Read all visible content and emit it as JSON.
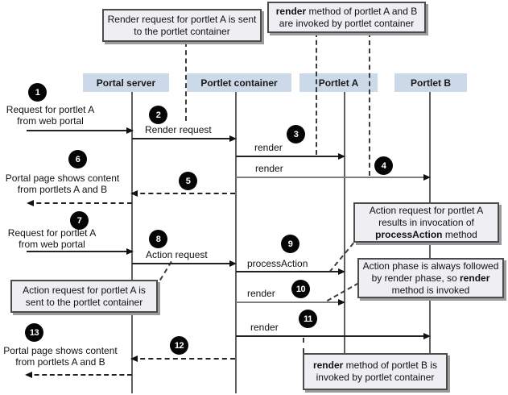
{
  "colors": {
    "header_bg": "#ccd9e9",
    "note_bg": "#efeef3",
    "note_border": "#4c4c4c",
    "note_shadow": "#9b9b9b",
    "lifeline": "#606060",
    "arrow": "#222222",
    "badge_bg": "#050505"
  },
  "lifelines": [
    {
      "label": "Portal server"
    },
    {
      "label": "Portlet container"
    },
    {
      "label": "Portlet A"
    },
    {
      "label": "Portlet B"
    }
  ],
  "steps": {
    "s1": "1",
    "s2": "2",
    "s3": "3",
    "s4": "4",
    "s5": "5",
    "s6": "6",
    "s7": "7",
    "s8": "8",
    "s9": "9",
    "s10": "10",
    "s11": "11",
    "s12": "12",
    "s13": "13"
  },
  "labels": {
    "request_from_portal_1": "Request for portlet A\nfrom web portal",
    "portal_page_1": "Portal page shows content\nfrom portlets A and B",
    "request_from_portal_2": "Request for portlet A\nfrom web portal",
    "portal_page_2": "Portal page shows content\nfrom portlets A and B",
    "render_request": "Render request",
    "render_a": "render",
    "render_b": "render",
    "action_request": "Action request",
    "process_action": "processAction",
    "render_after_action": "render",
    "render_to_b": "render"
  },
  "notes": {
    "n1": {
      "t1": "Render request for portlet A is sent to the portlet container"
    },
    "n2": {
      "b1": "render",
      "t1": " method of portlet A and B are invoked by portlet container"
    },
    "n3": {
      "t1": "Action request for portlet A results in invocation of ",
      "b1": "processAction",
      "t2": " method"
    },
    "n4": {
      "t1": "Action phase is always followed by render phase, so ",
      "b1": "render",
      "t2": " method is invoked"
    },
    "n5": {
      "t1": "Action request for portlet A is sent to the portlet container"
    },
    "n6": {
      "b1": "render",
      "t1": " method of portlet B is invoked by portlet container"
    }
  }
}
